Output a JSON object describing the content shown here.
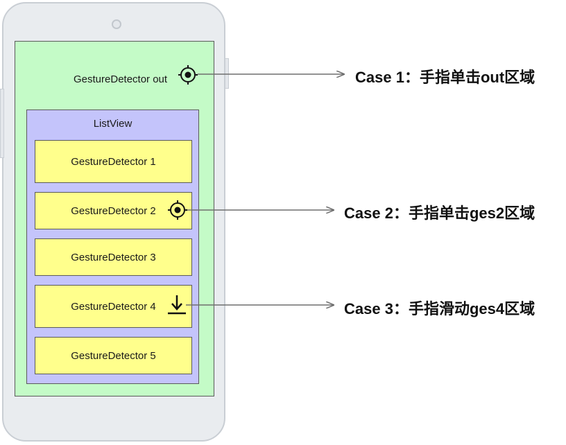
{
  "phone": {
    "outer_label": "GestureDetector out",
    "listview_label": "ListView",
    "items": [
      "GestureDetector 1",
      "GestureDetector 2",
      "GestureDetector 3",
      "GestureDetector 4",
      "GestureDetector 5"
    ]
  },
  "cases": [
    "Case 1：手指单击out区域",
    "Case 2：手指单击ges2区域",
    "Case 3：手指滑动ges4区域"
  ],
  "icons": {
    "case1": "tap-target-icon",
    "case2": "tap-target-icon",
    "case3": "swipe-down-icon"
  },
  "colors": {
    "outer_area": "#c4fbc7",
    "listview": "#c4c4fb",
    "item": "#ffff8c"
  }
}
